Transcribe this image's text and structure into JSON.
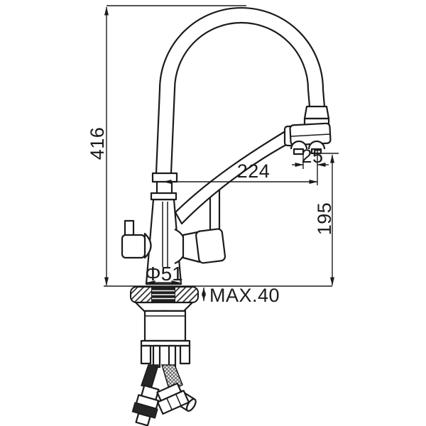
{
  "drawing": {
    "background_color": "#ffffff",
    "line_color": "#1b1b1b",
    "labels": {
      "overall_height": "416",
      "spout_reach": "224",
      "outlet_offset": "25",
      "spout_height": "195",
      "base_diameter": "Φ51",
      "max_counter_thickness": "MAX.40"
    }
  }
}
